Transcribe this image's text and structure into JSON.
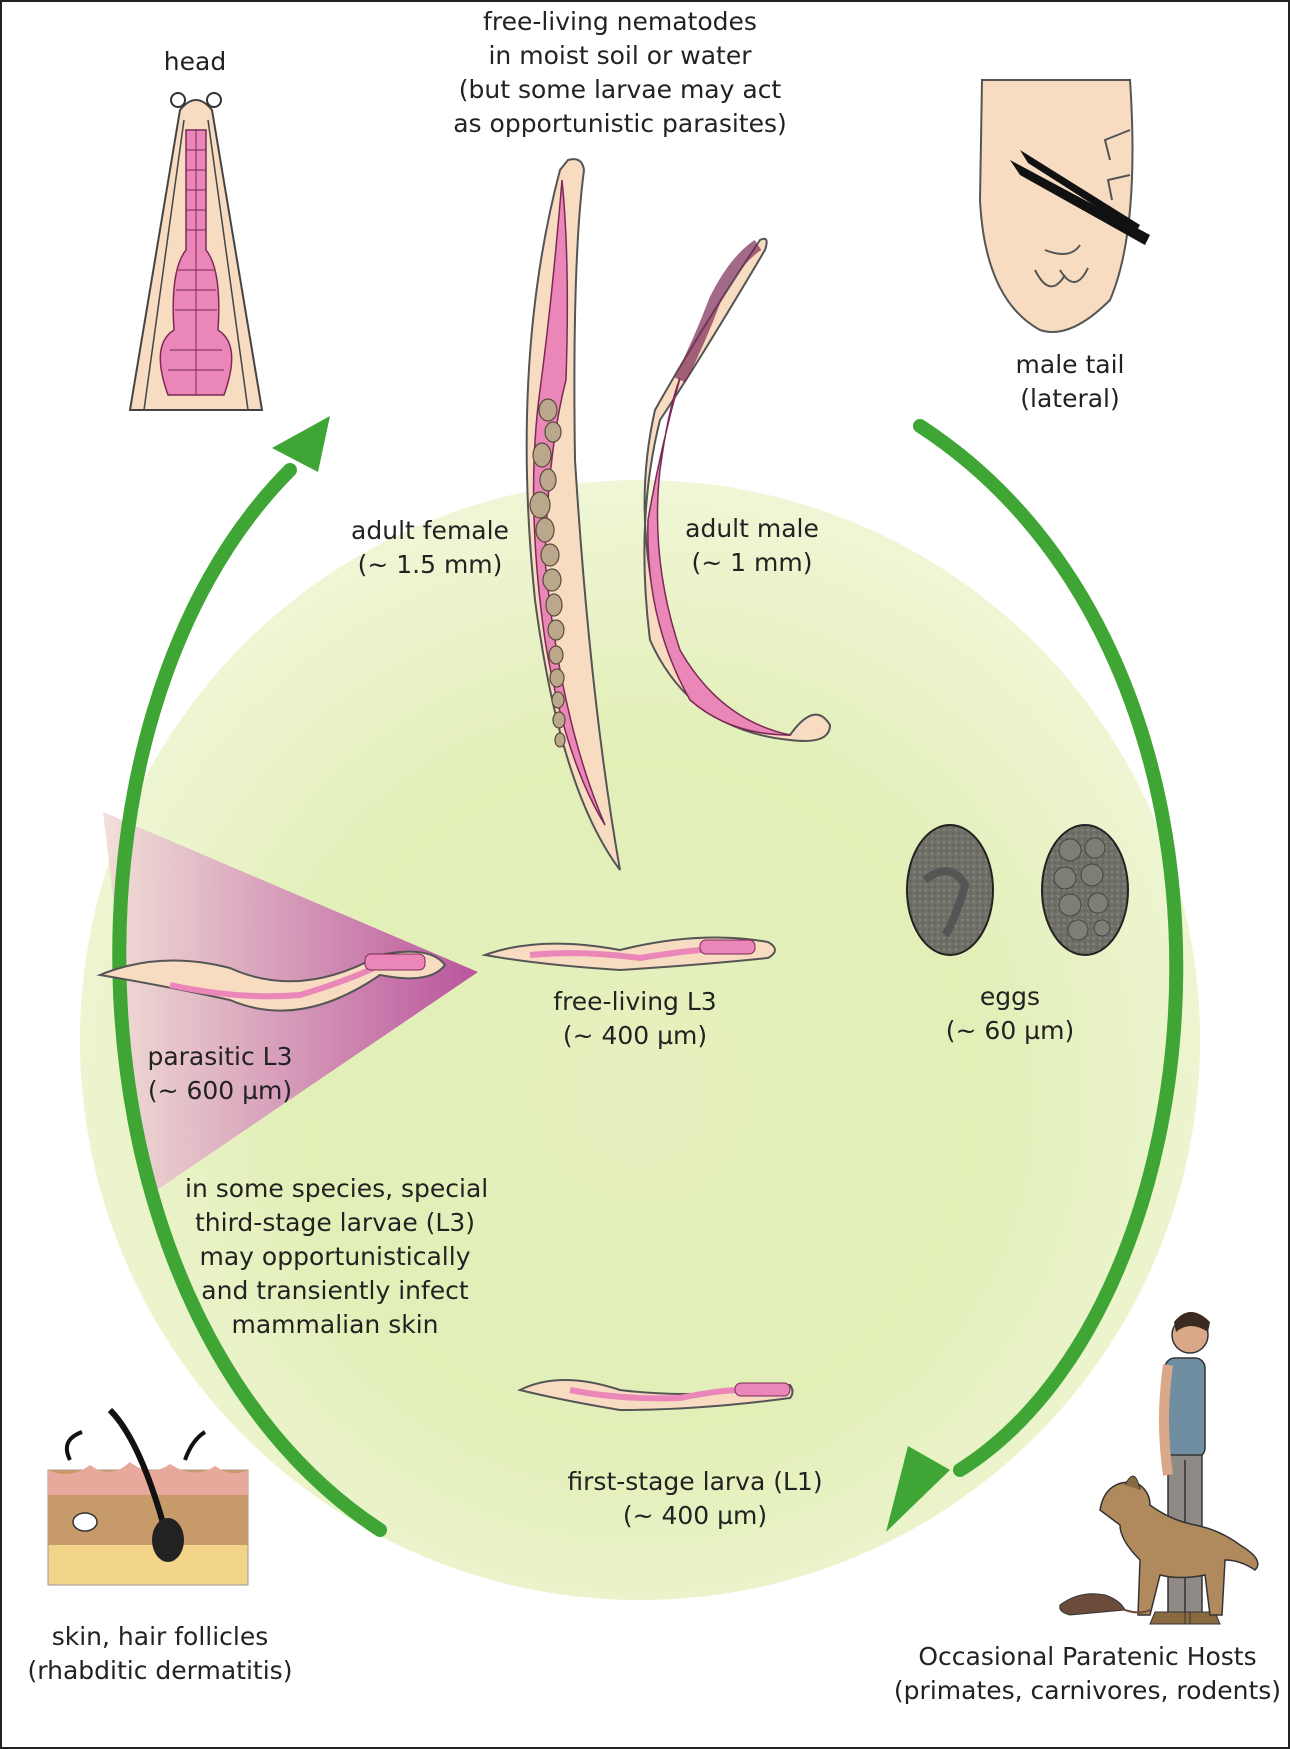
{
  "labels": {
    "head": "head",
    "free_living": [
      "free-living nematodes",
      "in moist soil or water",
      "(but some larvae may act",
      "as opportunistic parasites)"
    ],
    "male_tail": [
      "male tail",
      "(lateral)"
    ],
    "adult_female": [
      "adult female",
      "(~ 1.5 mm)"
    ],
    "adult_male": [
      "adult male",
      "(~ 1 mm)"
    ],
    "eggs": [
      "eggs",
      "(~ 60 µm)"
    ],
    "free_living_l3": [
      "free-living L3",
      "(~ 400 µm)"
    ],
    "parasitic_l3": [
      "parasitic L3",
      "(~ 600 µm)"
    ],
    "opportunistic_note": [
      "in some species, special",
      "third-stage larvae (L3)",
      "may opportunistically",
      "and transiently infect",
      "mammalian skin"
    ],
    "first_stage_larva": [
      "first-stage larva (L1)",
      "(~ 400 µm)"
    ],
    "skin": [
      "skin, hair follicles",
      "(rhabditic dermatitis)"
    ],
    "paratenic_hosts": [
      "Occasional Paratenic Hosts",
      "(primates, carnivores, rodents)"
    ]
  },
  "colors": {
    "cycle_fill": "#eef5d4",
    "cycle_arrow": "#3fa535",
    "worm_body": "#f7dcc2",
    "worm_gut": "#ea86b8",
    "parasitic_zone": "#b6449a",
    "egg": "#7a7a72"
  }
}
